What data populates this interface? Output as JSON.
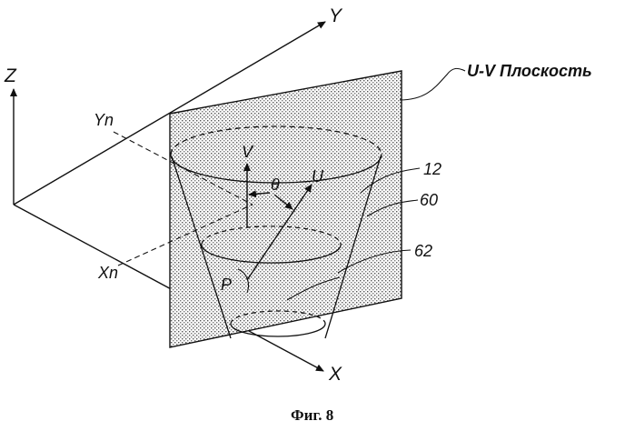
{
  "figure": {
    "axes": {
      "x": "X",
      "y": "Y",
      "z": "Z"
    },
    "projections": {
      "xn": "Xn",
      "yn": "Yn"
    },
    "plane_axes": {
      "u": "U",
      "v": "V"
    },
    "point": "P",
    "angle": "θ",
    "plane_label": "U-V Плоскость",
    "callouts": {
      "cup": "12",
      "outer_section": "60",
      "inner_section": "62"
    },
    "caption": "Фиг. 8"
  }
}
